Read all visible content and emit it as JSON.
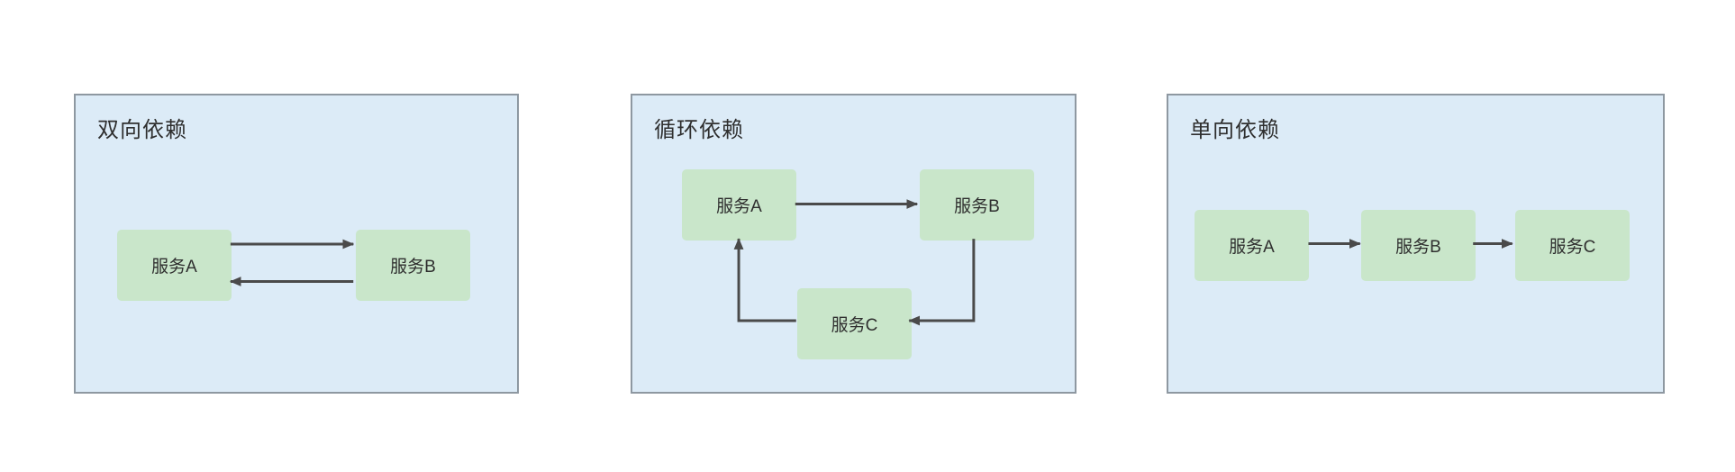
{
  "diagram": {
    "type": "dependency-patterns",
    "colors": {
      "panel_background": "#dcebf7",
      "panel_border": "#8e98a1",
      "node_background": "#c9e6ca",
      "arrow": "#4a4a4a",
      "text": "#2f2f2f"
    },
    "panels": [
      {
        "title": "双向依赖",
        "nodes": [
          {
            "label": "服务A"
          },
          {
            "label": "服务B"
          }
        ],
        "edges": [
          {
            "from": "服务A",
            "to": "服务B"
          },
          {
            "from": "服务B",
            "to": "服务A"
          }
        ]
      },
      {
        "title": "循环依赖",
        "nodes": [
          {
            "label": "服务A"
          },
          {
            "label": "服务B"
          },
          {
            "label": "服务C"
          }
        ],
        "edges": [
          {
            "from": "服务A",
            "to": "服务B"
          },
          {
            "from": "服务B",
            "to": "服务C"
          },
          {
            "from": "服务C",
            "to": "服务A"
          }
        ]
      },
      {
        "title": "单向依赖",
        "nodes": [
          {
            "label": "服务A"
          },
          {
            "label": "服务B"
          },
          {
            "label": "服务C"
          }
        ],
        "edges": [
          {
            "from": "服务A",
            "to": "服务B"
          },
          {
            "from": "服务B",
            "to": "服务C"
          }
        ]
      }
    ]
  }
}
